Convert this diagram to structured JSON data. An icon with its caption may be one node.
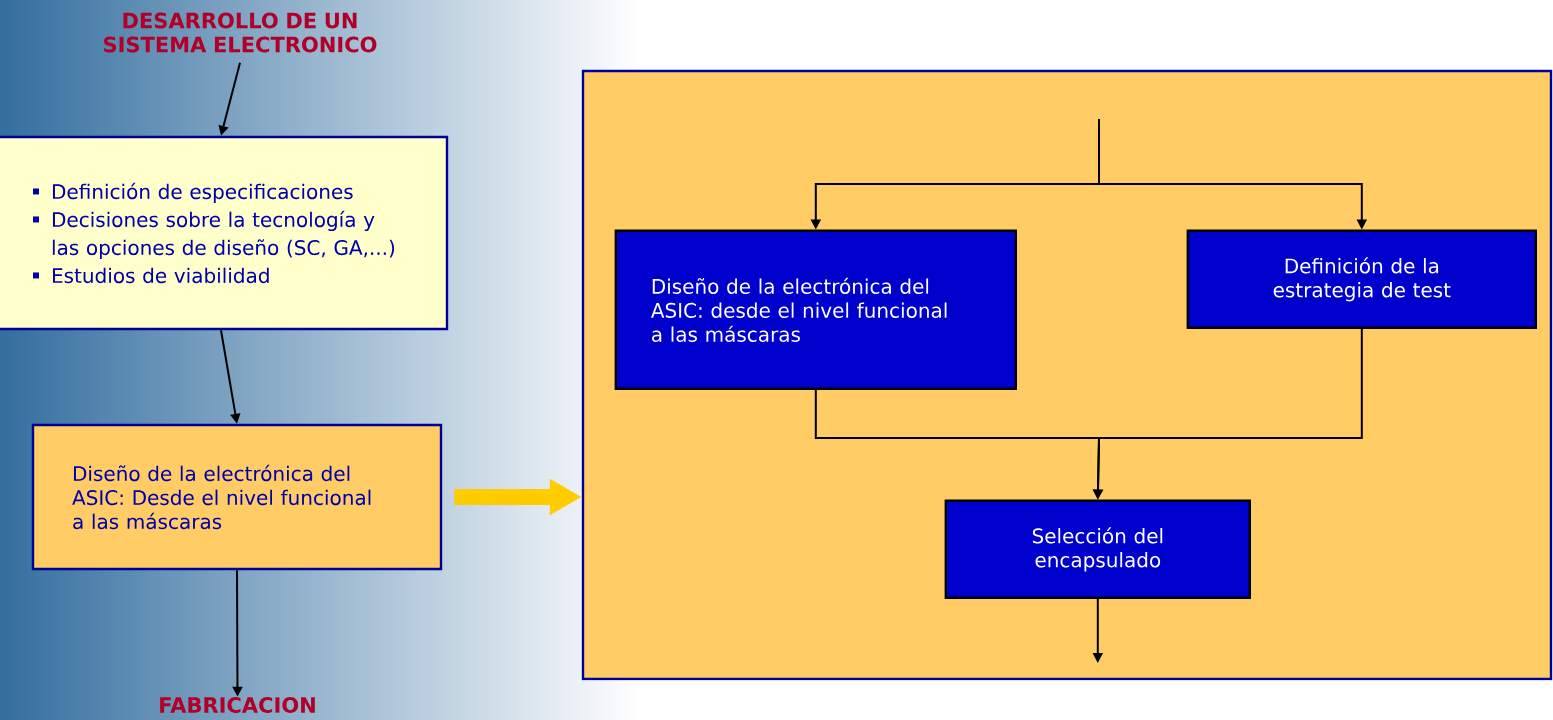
{
  "diagram": {
    "nodes": [
      {
        "text": [
          "DESARROLLO DE UN SISTEMA ELECTRONICO"
        ]
      },
      {
        "text": [
          "Definición de especificaciones",
          "Decisiones sobre la tecnología y las opciones de diseño (SC, GA,...)",
          "Estudios de viabilidad"
        ]
      },
      {
        "text": [
          "Diseño de la electrónica del ASIC: Desde el nivel funcional a las máscaras"
        ]
      },
      {
        "text": [
          "FABRICACION"
        ]
      },
      {
        "text": [],
        "shape": "box"
      },
      {
        "text": [
          "Diseño de la electrónica del ASIC: desde el nivel funcional a las máscaras"
        ],
        "in": 4
      },
      {
        "text": [
          "Definición de la estrategia de test"
        ],
        "in": 4
      },
      {
        "text": [
          "Selección del encapsulado"
        ],
        "in": 4
      }
    ],
    "edges": [
      {
        "from": 0,
        "to": 1,
        "arrow": "to"
      },
      {
        "from": 1,
        "to": 2,
        "arrow": "to"
      },
      {
        "from": 2,
        "to": 3,
        "arrow": "to"
      },
      {
        "from": 2,
        "to": 4,
        "arrow": "to",
        "style": "thick",
        "color": "#ffcc00"
      },
      {
        "from": null,
        "to": 5,
        "arrow": "to"
      },
      {
        "from": null,
        "to": 6,
        "arrow": "to"
      },
      {
        "from": 5,
        "to": 7,
        "arrow": "to"
      },
      {
        "from": 6,
        "to": 7,
        "arrow": "to"
      },
      {
        "from": 7,
        "to": null,
        "arrow": "to"
      }
    ]
  }
}
